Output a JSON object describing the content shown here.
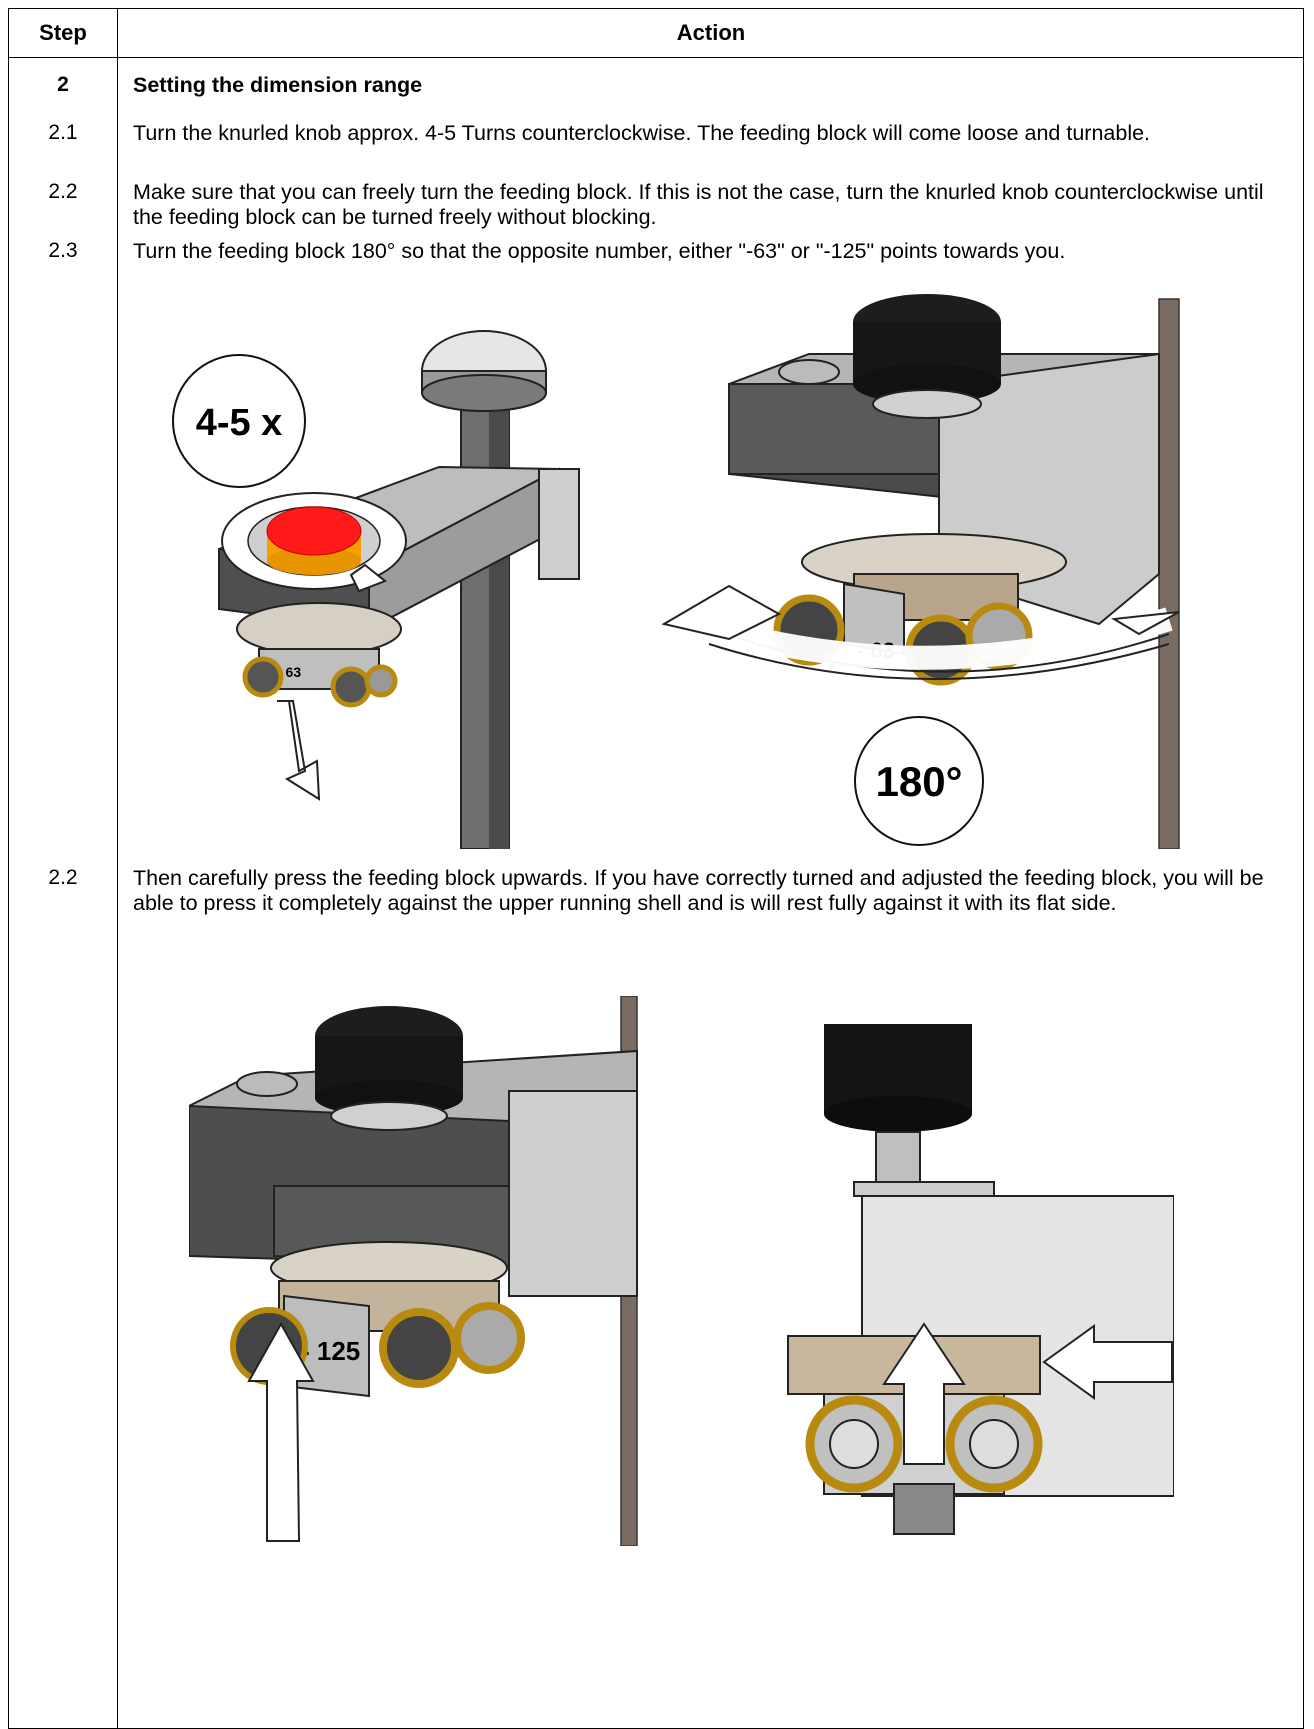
{
  "header": {
    "step": "Step",
    "action": "Action"
  },
  "rows": [
    {
      "num": "2",
      "text": "Setting the dimension range"
    },
    {
      "num": "2.1",
      "text": "Turn the knurled knob approx. 4-5 Turns counterclockwise. The feeding block will come loose and turnable."
    },
    {
      "num": "2.2",
      "text": "Make sure that you can freely turn the feeding block. If this is not the case, turn the knurled knob counterclockwise until the feeding block can be turned freely without blocking."
    },
    {
      "num": "2.3",
      "text": "Turn the feeding block 180° so that the opposite number, either \"-63\" or \"-125\" points towards you."
    },
    {
      "num": "2.2",
      "text": "Then carefully press the feeding block upwards. If you have correctly turned and adjusted the feeding block, you will be able to press it completely against the upper running shell and is will rest fully against it with its flat side."
    }
  ],
  "figures": {
    "turns_label": "4-5 x",
    "degrees_label": "180°",
    "label_63_a": "- 63",
    "label_63_b": "- 63",
    "label_125": "- 125"
  }
}
